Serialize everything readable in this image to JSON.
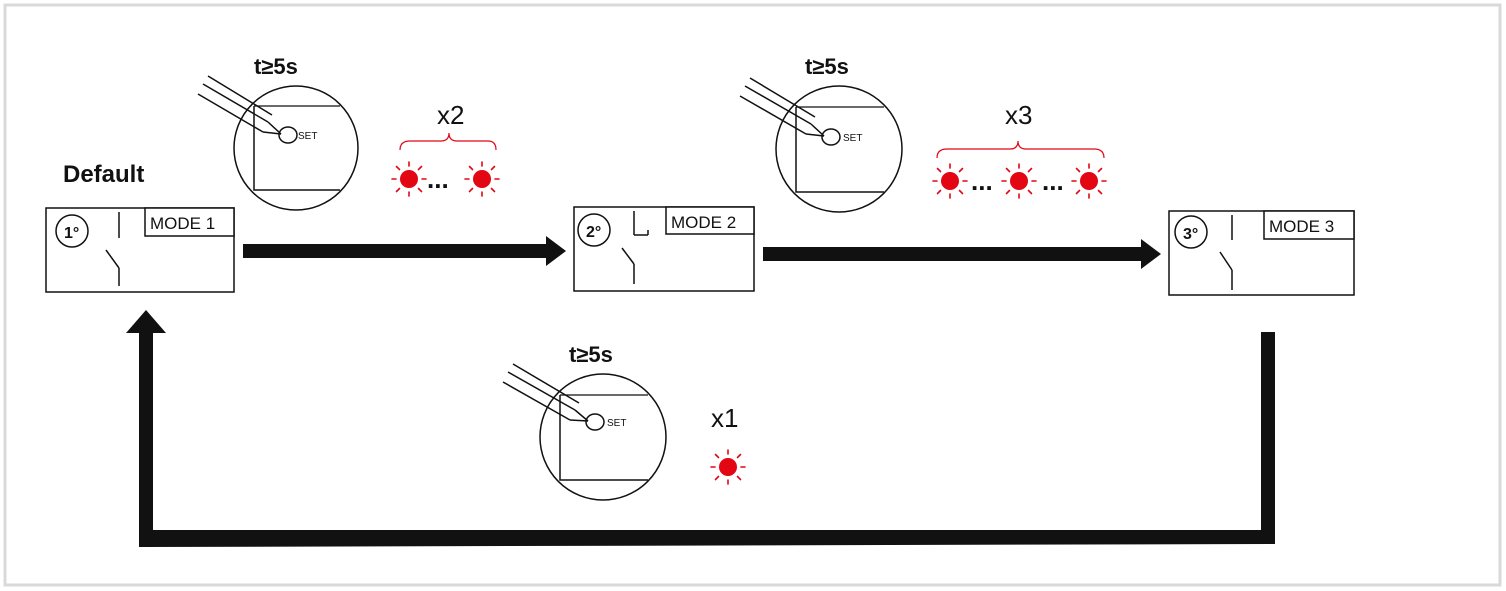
{
  "default_label": "Default",
  "press_time": "t≥5s",
  "set_label": "SET",
  "modes": [
    {
      "badge": "1°",
      "label": "MODE 1"
    },
    {
      "badge": "2°",
      "label": "MODE 2"
    },
    {
      "badge": "3°",
      "label": "MODE 3"
    }
  ],
  "blink_counts": {
    "step1": "x2",
    "step2": "x3",
    "step3": "x1"
  },
  "ellipsis": "...",
  "colors": {
    "led": "#e30613",
    "ink": "#111111",
    "frame": "#d9d9d9"
  },
  "icons": [
    "screwdriver-icon",
    "led-blink-icon",
    "switch-contact-icon"
  ]
}
